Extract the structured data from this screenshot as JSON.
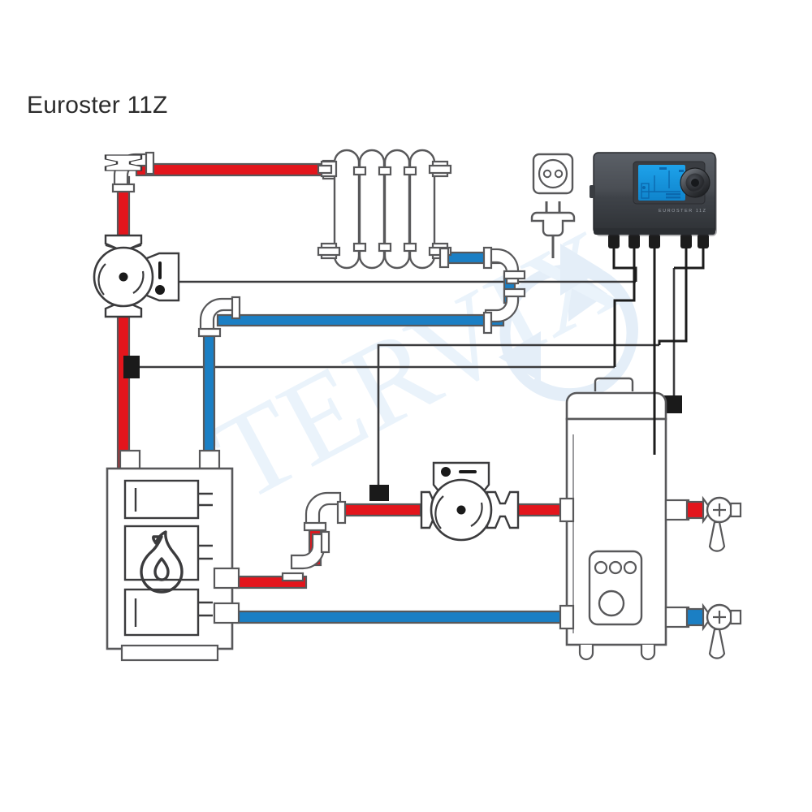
{
  "diagram": {
    "title": "Euroster 11Z",
    "watermark": "TERVIX",
    "type": "heating-system-installation-schematic"
  },
  "colors": {
    "hot_pipe": "#e3151c",
    "cold_pipe": "#1b7fc4",
    "outline": "#58585a",
    "dark_outline": "#3b3b3d",
    "controller_body": "#4a4e54",
    "controller_body_dark": "#35383d",
    "lcd": "#1596e0",
    "lcd_dark": "#0b6fb5",
    "cable": "#1c1c1c",
    "sensor": "#1a1a1a",
    "watermark": "#e8f1fa",
    "background": "#ffffff"
  },
  "components": {
    "controller": {
      "name": "Euroster 11Z controller",
      "brand_label": "EUROSTER 11Z",
      "knob": "rotary-knob",
      "display": "lcd-screen",
      "cable_count": 5
    },
    "radiator": {
      "name": "Radiator",
      "sections": 4,
      "inlet": "hot",
      "outlet": "cold"
    },
    "boiler": {
      "name": "Solid fuel boiler",
      "doors": 3,
      "icon": "flame-icon"
    },
    "tank": {
      "name": "Hot water storage tank",
      "indicator_lights": 3,
      "knob": 1,
      "hot_tap": "hot-water-tap",
      "cold_tap": "cold-water-tap"
    },
    "pump_upper": {
      "name": "Circulation pump (heating circuit)",
      "orientation": "vertical"
    },
    "pump_lower": {
      "name": "Circulation pump (boiler circuit)",
      "orientation": "horizontal"
    },
    "socket": {
      "name": "Wall power socket",
      "pins": 2
    },
    "plug": {
      "name": "Power plug",
      "pins": 2
    },
    "sensors": [
      {
        "name": "Return pipe temperature sensor"
      },
      {
        "name": "Boiler flow temperature sensor"
      },
      {
        "name": "Tank temperature sensor"
      }
    ]
  }
}
